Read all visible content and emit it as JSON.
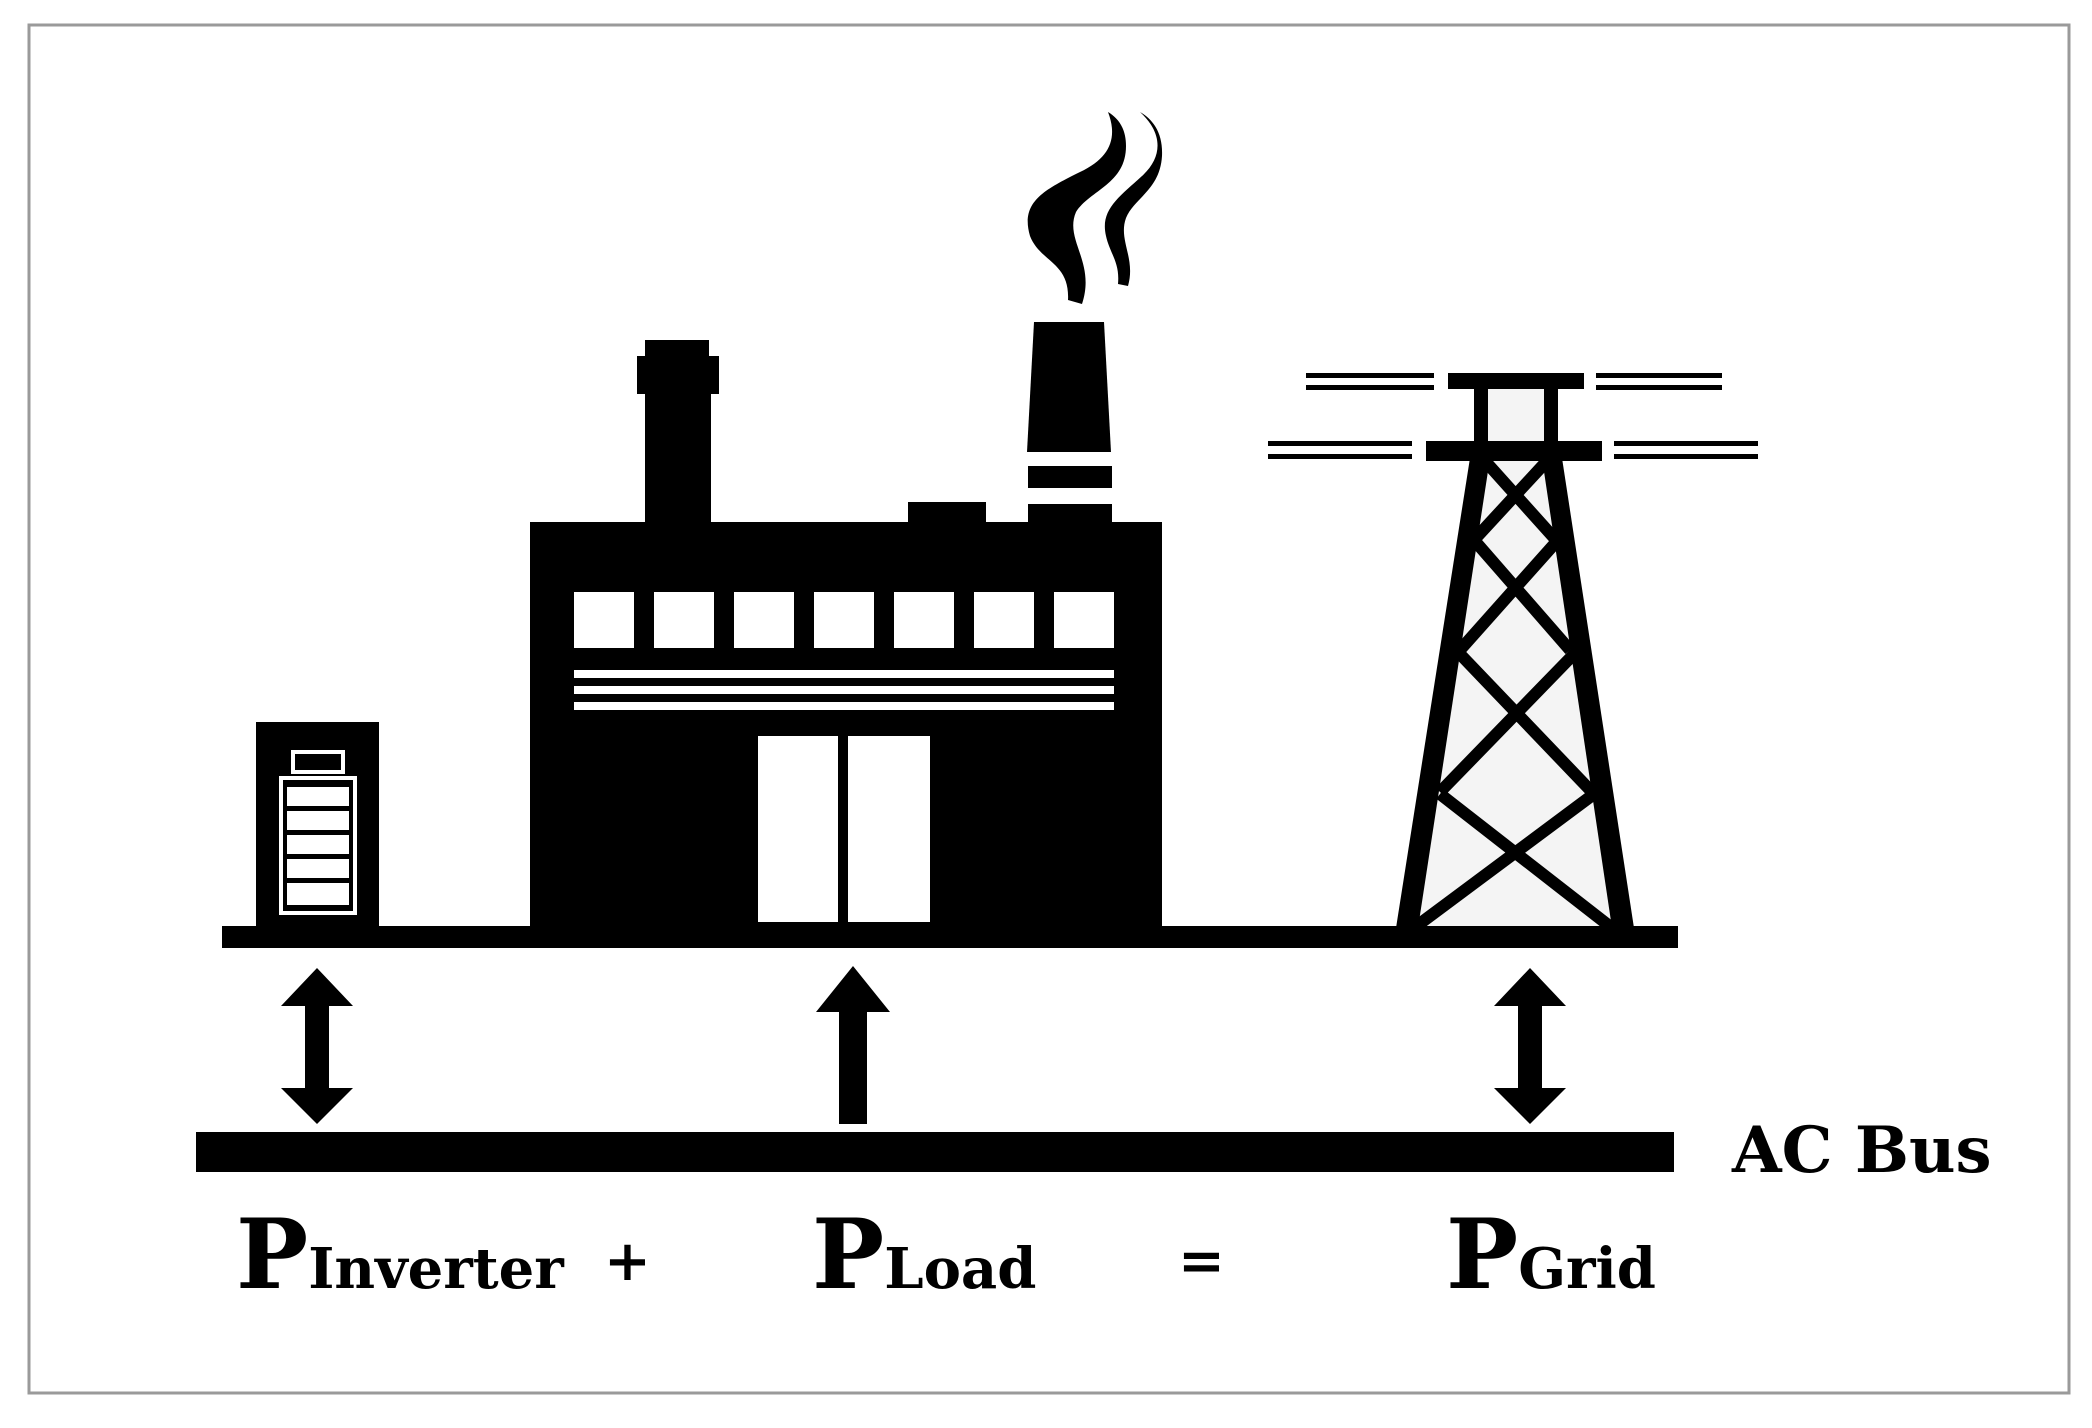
{
  "labels": {
    "ac_bus": "AC Bus"
  },
  "equation": {
    "term1": {
      "symbol": "P",
      "subscript": "Inverter"
    },
    "op1": "+",
    "term2": {
      "symbol": "P",
      "subscript": "Load"
    },
    "op2": "=",
    "term3": {
      "symbol": "P",
      "subscript": "Grid"
    }
  },
  "colors": {
    "ink": "#000000",
    "frame": "#9a9a9a",
    "background": "#ffffff",
    "tower_fill": "#f4f4f4"
  },
  "icons": [
    "battery-icon",
    "factory-icon",
    "transmission-tower-icon"
  ]
}
